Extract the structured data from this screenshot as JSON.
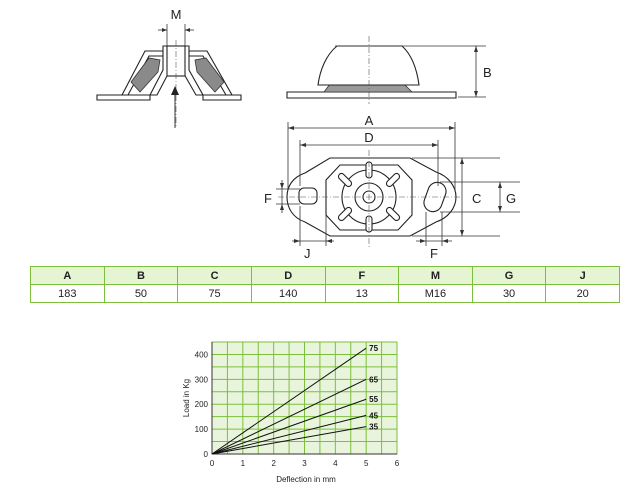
{
  "drawing": {
    "labels": {
      "M": "M",
      "B": "B",
      "A": "A",
      "D": "D",
      "C": "C",
      "G": "G",
      "F_left": "F",
      "F_bottom": "F",
      "J": "J"
    }
  },
  "spec_table": {
    "headers": [
      "A",
      "B",
      "C",
      "D",
      "F",
      "M",
      "G",
      "J"
    ],
    "values": [
      "183",
      "50",
      "75",
      "140",
      "13",
      "M16",
      "30",
      "20"
    ]
  },
  "chart_data": {
    "type": "line",
    "title": "",
    "xlabel": "Deflection in mm",
    "ylabel": "Load in Kg",
    "xlim": [
      0,
      6
    ],
    "ylim": [
      0,
      450
    ],
    "xticks": [
      "0",
      "1",
      "2",
      "3",
      "4",
      "5",
      "6"
    ],
    "yticks": [
      "0",
      "100",
      "200",
      "300",
      "400"
    ],
    "grid": true,
    "background": "#e8f5dc",
    "grid_color": "#7dbf3a",
    "series": [
      {
        "name": "75",
        "x": [
          0,
          5
        ],
        "y": [
          0,
          425
        ]
      },
      {
        "name": "65",
        "x": [
          0,
          5
        ],
        "y": [
          0,
          300
        ]
      },
      {
        "name": "55",
        "x": [
          0,
          5
        ],
        "y": [
          0,
          220
        ]
      },
      {
        "name": "45",
        "x": [
          0,
          5
        ],
        "y": [
          0,
          155
        ]
      },
      {
        "name": "35",
        "x": [
          0,
          5
        ],
        "y": [
          0,
          110
        ]
      }
    ]
  }
}
